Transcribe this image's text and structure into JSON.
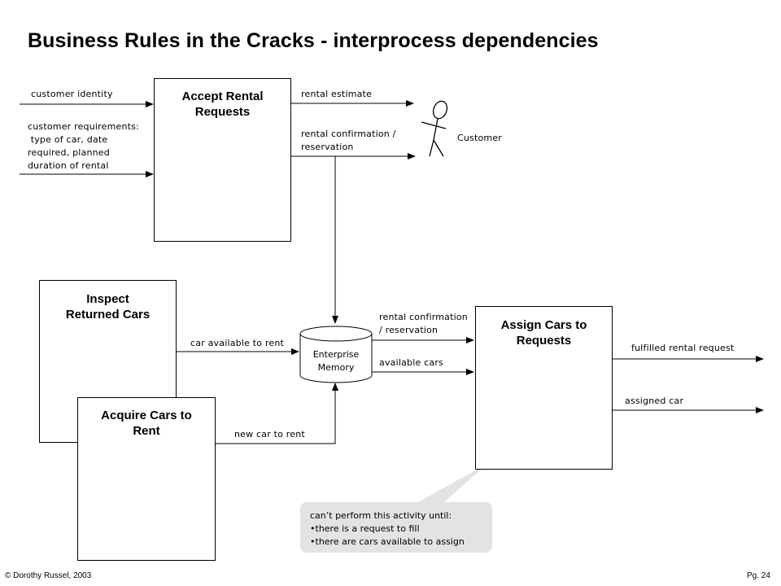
{
  "title": "Business Rules in the Cracks - interprocess dependencies",
  "processes": {
    "accept": "Accept Rental\nRequests",
    "inspect": "Inspect\nReturned Cars",
    "acquire": "Acquire Cars to\nRent",
    "assign": "Assign Cars to\nRequests"
  },
  "flows": {
    "customer_identity": "customer identity",
    "customer_requirements": "customer requirements:\n type of car, date\nrequired, planned\nduration of rental",
    "rental_estimate": "rental estimate",
    "rental_confirmation_top": "rental confirmation /\nreservation",
    "car_available": "car available to rent",
    "new_car": "new car to rent",
    "rental_confirmation_mid": "rental confirmation\n/ reservation",
    "available_cars": "available cars",
    "fulfilled_request": "fulfilled rental request",
    "assigned_car": "assigned car"
  },
  "actor": {
    "label": "Customer"
  },
  "datastore": {
    "label": "Enterprise\nMemory"
  },
  "callout": {
    "heading": "can’t perform this activity until:",
    "items": [
      "there is a request to fill",
      "there are cars available to assign"
    ]
  },
  "footer": {
    "left": "© Dorothy Russel, 2003",
    "right": "Pg. 24"
  }
}
